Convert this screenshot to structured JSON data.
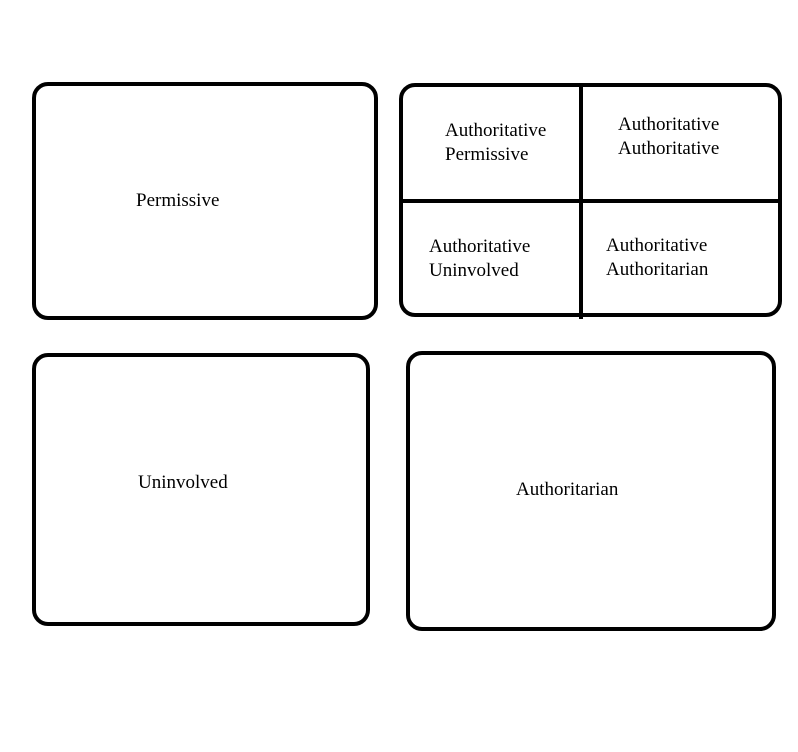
{
  "cards": {
    "permissive": "Permissive",
    "uninvolved": "Uninvolved",
    "authoritarian": "Authoritarian"
  },
  "grid": {
    "top_left": [
      "Authoritative",
      "Permissive"
    ],
    "top_right": [
      "Authoritative",
      "Authoritative"
    ],
    "bottom_left": [
      "Authoritative",
      "Uninvolved"
    ],
    "bottom_right": [
      "Authoritative",
      "Authoritarian"
    ]
  }
}
